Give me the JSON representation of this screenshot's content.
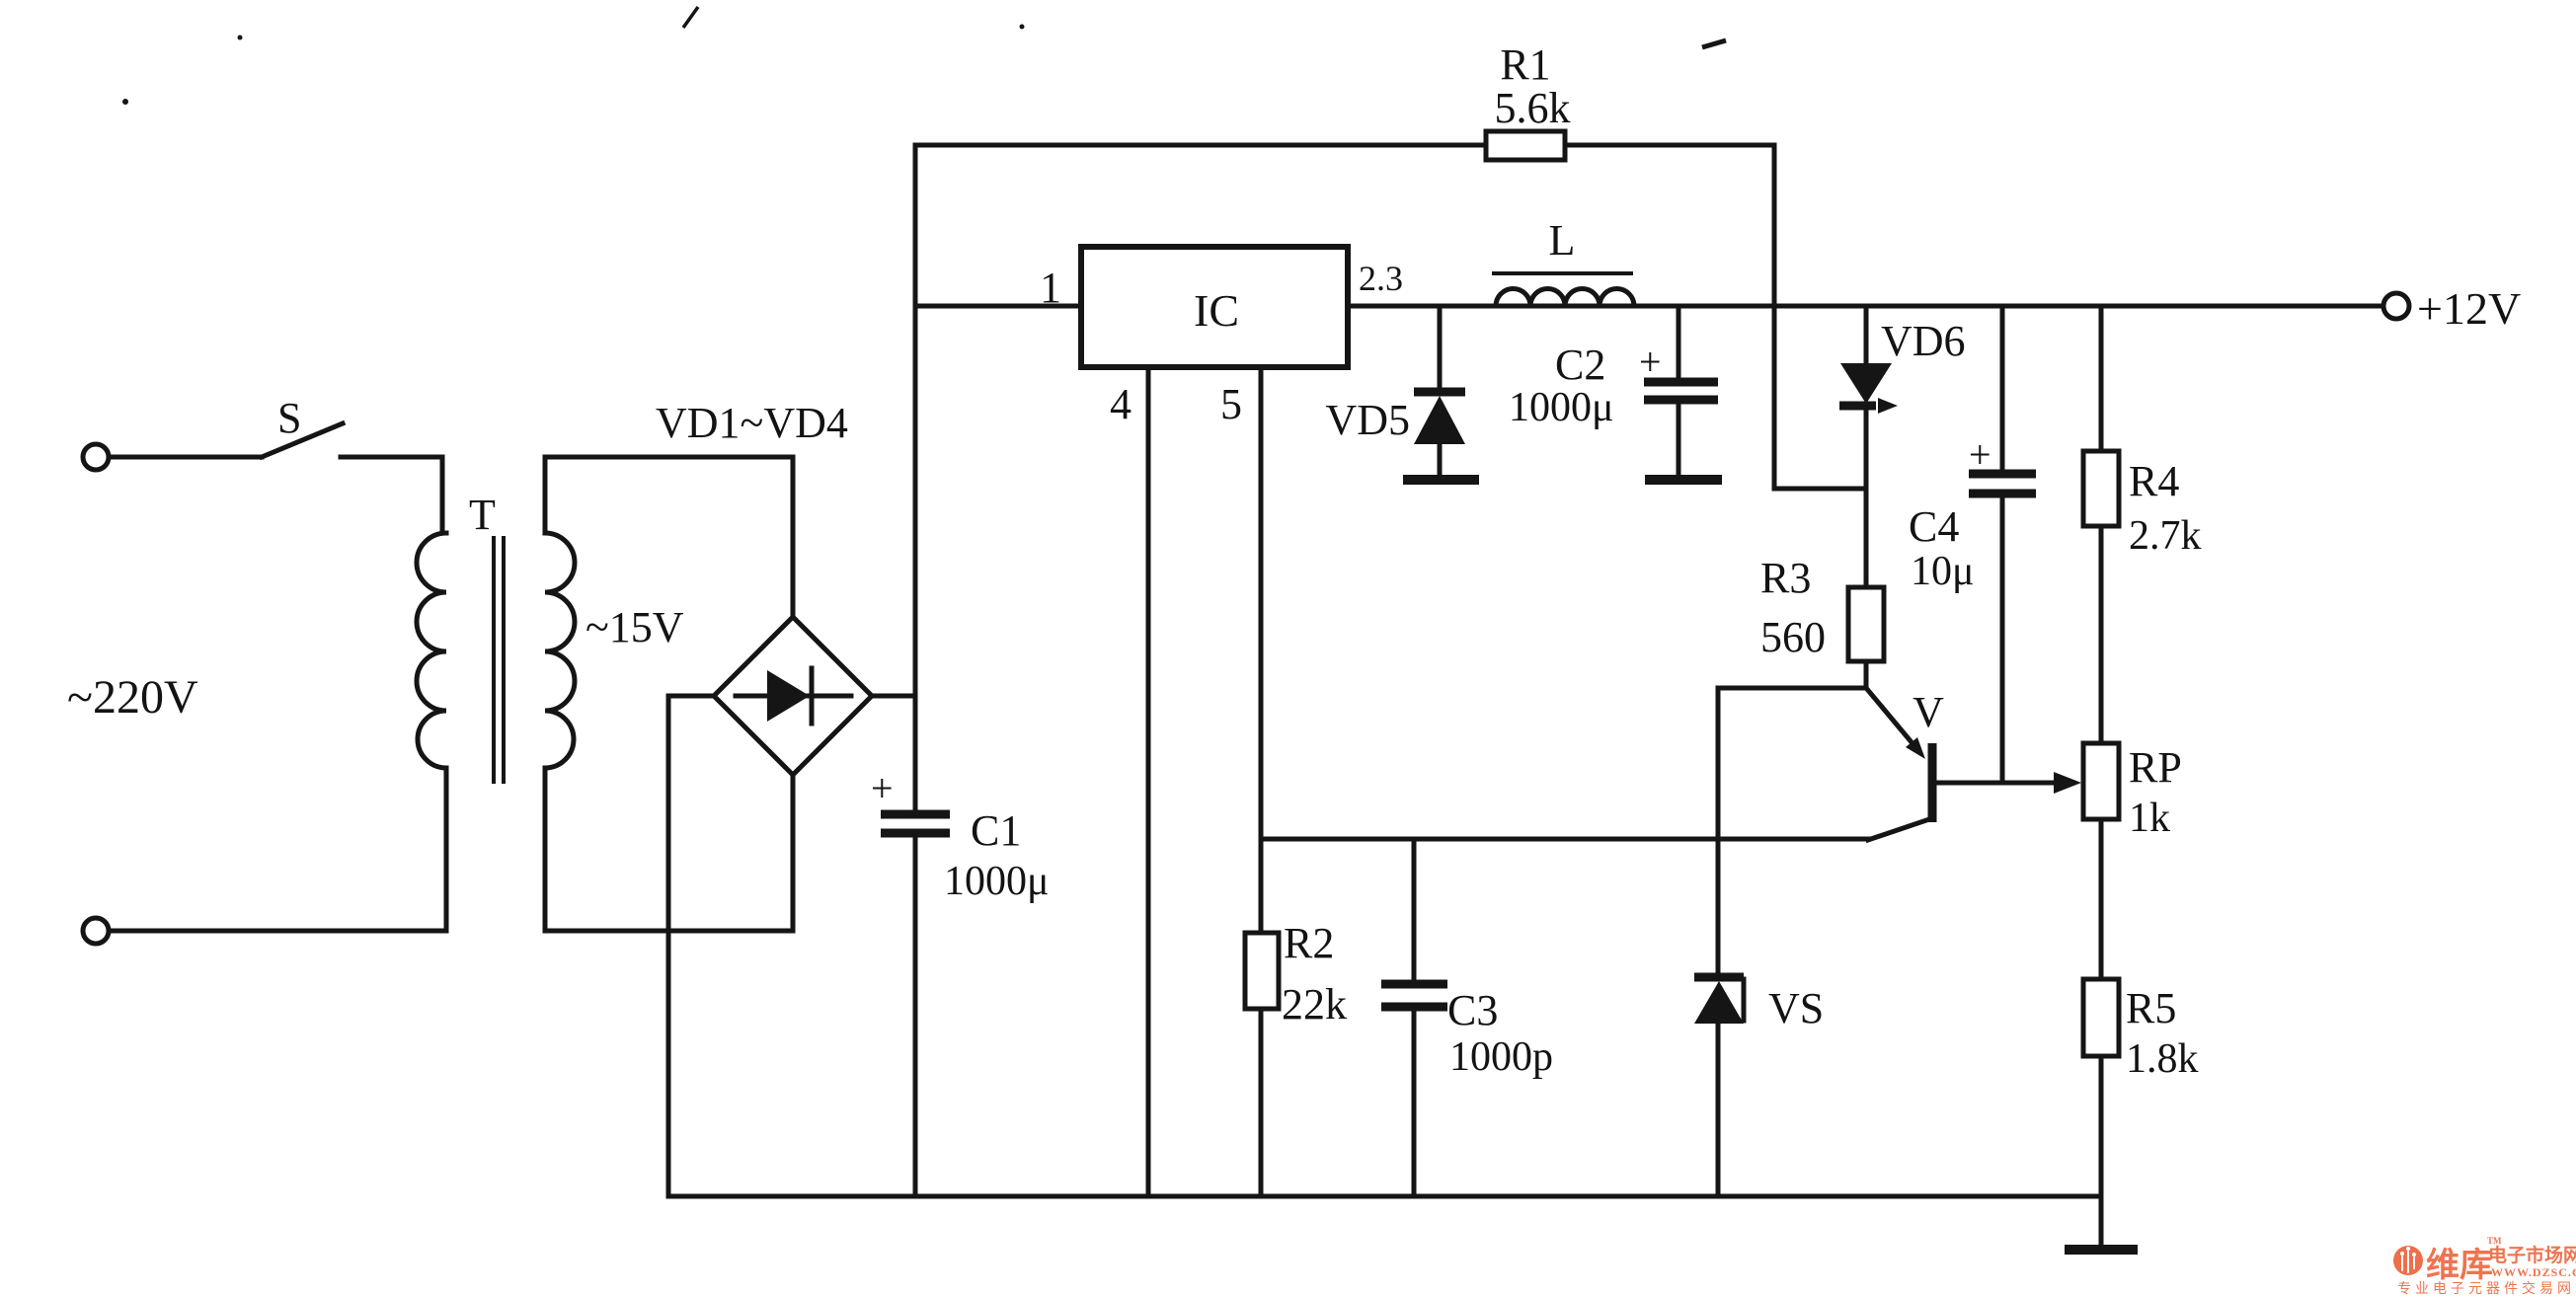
{
  "circuit": {
    "input": {
      "voltage": "~220V",
      "switch": "S",
      "transformer": "T",
      "secondary_voltage": "~15V"
    },
    "bridge": {
      "label": "VD1~VD4"
    },
    "r1": {
      "name": "R1",
      "value": "5.6k"
    },
    "ic": {
      "name": "IC",
      "pin1": "1",
      "pin23": "2.3",
      "pin4": "4",
      "pin5": "5"
    },
    "inductor": {
      "name": "L"
    },
    "vd5": {
      "name": "VD5"
    },
    "c1": {
      "name": "C1",
      "value": "1000μ",
      "polarity": "+"
    },
    "c2": {
      "name": "C2",
      "value": "1000μ",
      "polarity": "+"
    },
    "vd6": {
      "name": "VD6"
    },
    "c4": {
      "name": "C4",
      "value": "10μ",
      "polarity": "+"
    },
    "r3": {
      "name": "R3",
      "value": "560"
    },
    "transistor": {
      "name": "V"
    },
    "vs": {
      "name": "VS"
    },
    "r2": {
      "name": "R2",
      "value": "22k"
    },
    "c3": {
      "name": "C3",
      "value": "1000p"
    },
    "r4": {
      "name": "R4",
      "value": "2.7k"
    },
    "rp": {
      "name": "RP",
      "value": "1k"
    },
    "r5": {
      "name": "R5",
      "value": "1.8k"
    },
    "output": {
      "label": "+12V"
    }
  },
  "watermark": {
    "brand": "维库",
    "suffix": "电子市场网",
    "tm": "TM",
    "url": "WWW.DZSC.COM",
    "tagline": "专业电子元器件交易网站"
  }
}
